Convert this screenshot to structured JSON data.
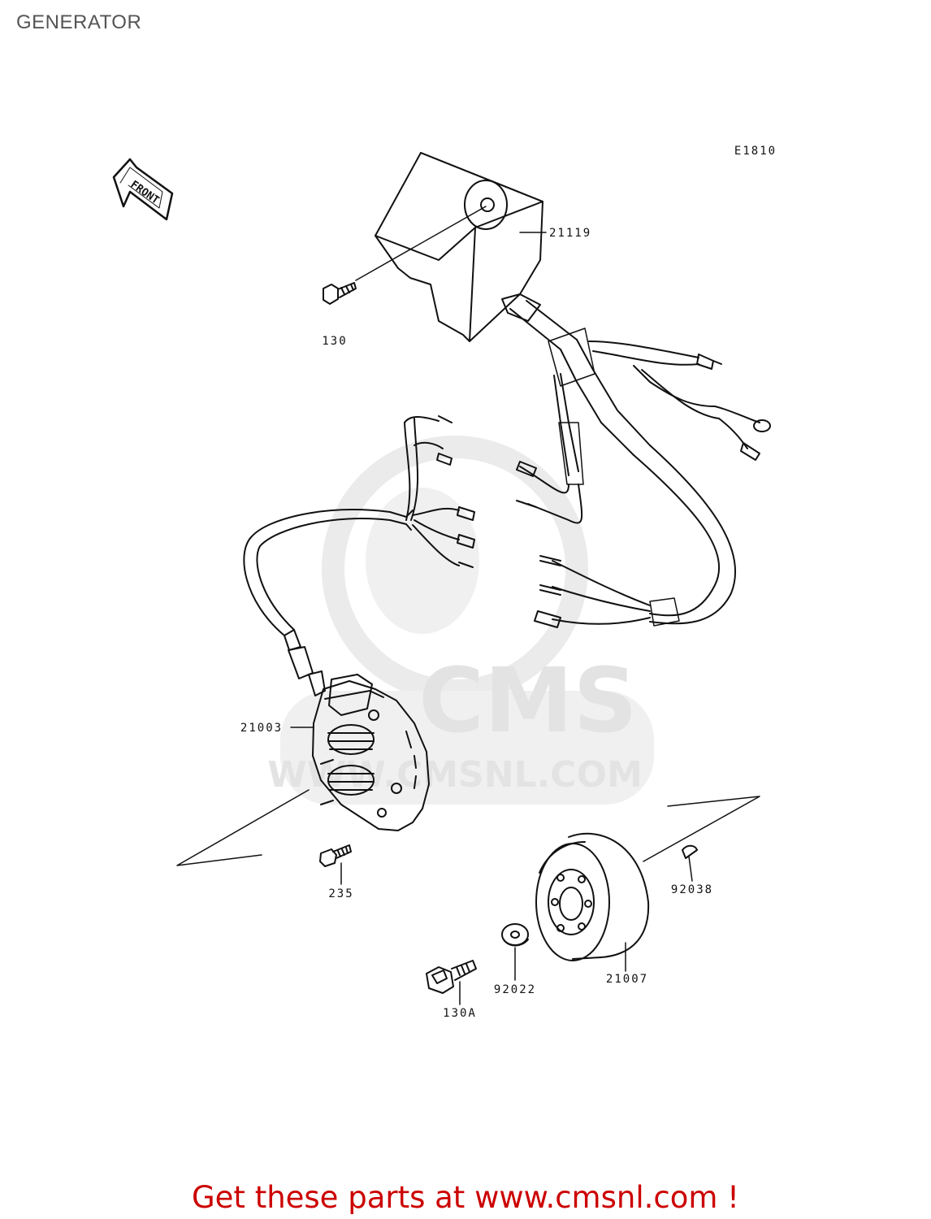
{
  "page": {
    "title": "GENERATOR",
    "figure_code": "E1810",
    "footer_text": "Get these parts at www.cmsnl.com !"
  },
  "watermark": {
    "text_main": "CMS",
    "text_url": "WWW.CMSNL.COM",
    "color": "#e8e8e8"
  },
  "front_indicator": {
    "label": "FRONT"
  },
  "callouts": [
    {
      "id": "21119",
      "label": "21119"
    },
    {
      "id": "130",
      "label": "130"
    },
    {
      "id": "21003",
      "label": "21003"
    },
    {
      "id": "235",
      "label": "235"
    },
    {
      "id": "92038",
      "label": "92038"
    },
    {
      "id": "92022",
      "label": "92022"
    },
    {
      "id": "21007",
      "label": "21007"
    },
    {
      "id": "130A",
      "label": "130A"
    }
  ],
  "colors": {
    "line": "#111111",
    "title": "#555555",
    "footer": "#cc0000"
  }
}
